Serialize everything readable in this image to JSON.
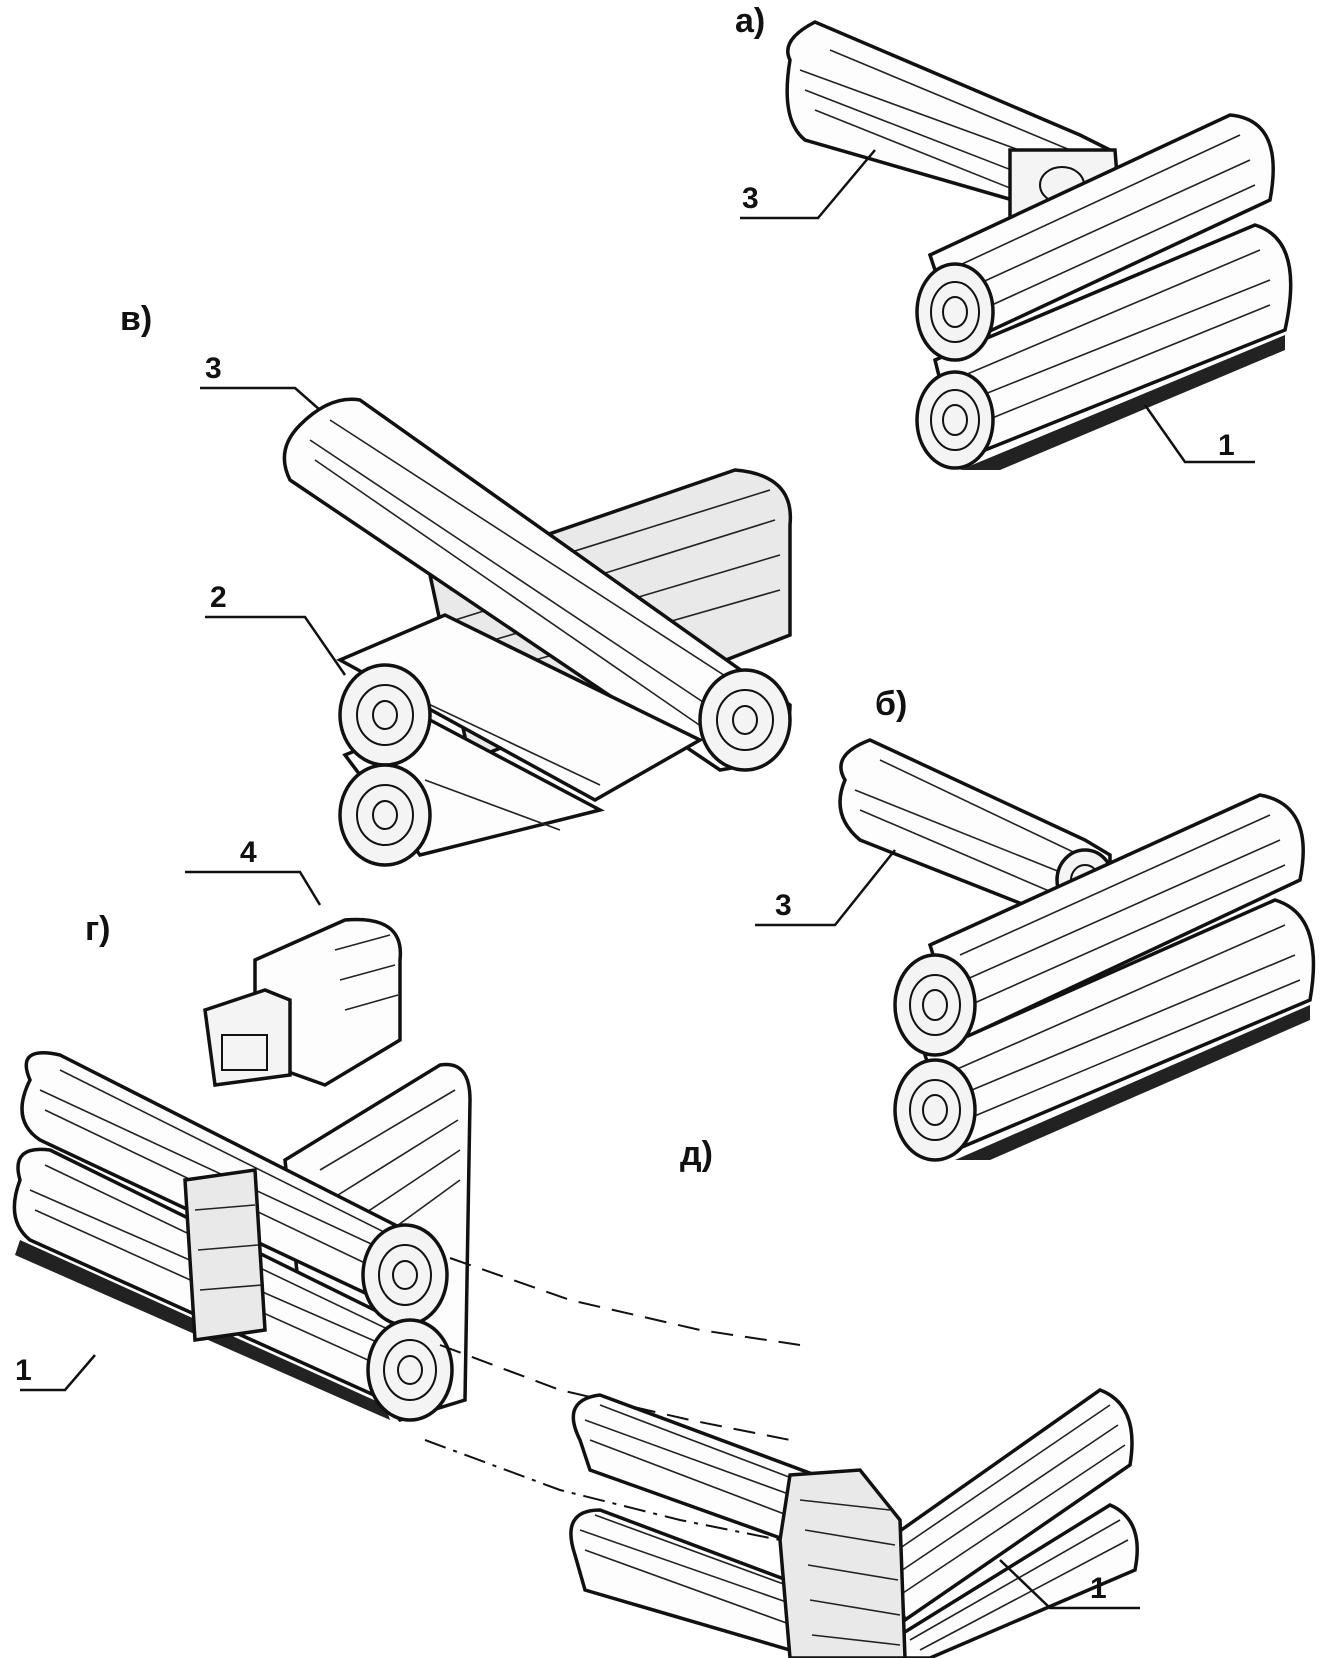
{
  "figure_labels": {
    "a": "а)",
    "b": "б)",
    "v": "в)",
    "g": "г)",
    "d": "д)"
  },
  "callouts": {
    "a_3": "3",
    "a_1": "1",
    "v_3": "3",
    "v_2": "2",
    "b_3": "3",
    "g_4": "4",
    "g_1": "1",
    "d_1": "1"
  }
}
